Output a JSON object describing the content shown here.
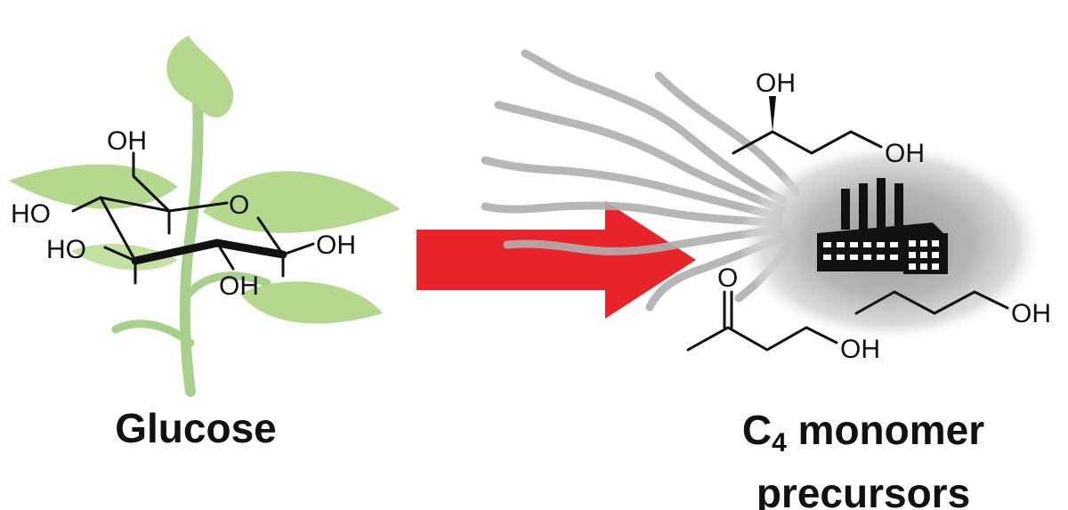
{
  "left": {
    "caption": "Glucose",
    "labels": [
      "OH",
      "HO",
      "O",
      "HO",
      "OH",
      "OH"
    ]
  },
  "right": {
    "caption_part1": "C",
    "caption_subscript": "4",
    "caption_part2": " monomer",
    "caption_line2": "precursors",
    "butanediol_labels": [
      "OH",
      "OH"
    ],
    "butanol_label": "OH",
    "hydroxybutanone_labels": [
      "O",
      "OH"
    ]
  },
  "colors": {
    "arrow": "#e8232a",
    "leaf": "#b4d98e",
    "stem": "#a9cf8c",
    "cell": "#bdbdbd",
    "flagella": "#b0b0b0",
    "ink": "#111111"
  }
}
